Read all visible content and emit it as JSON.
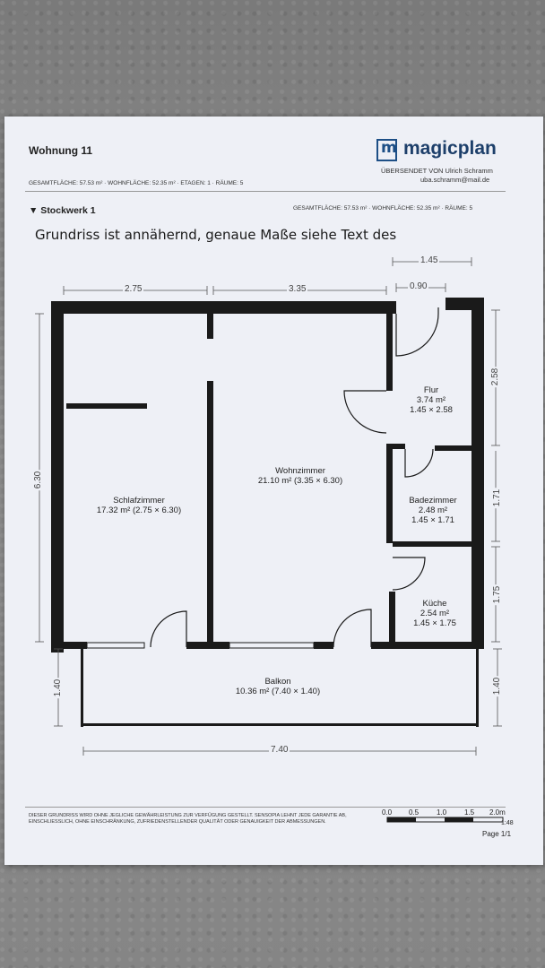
{
  "document": {
    "title": "Wohnung 11",
    "summary_line": "GESAMTFLÄCHE: 57.53 m² · WOHNFLÄCHE: 52.35 m² · ETAGEN: 1 · RÄUME: 5",
    "brand": "magicplan",
    "logo_letter": "m",
    "sent_by": "ÜBERSENDET VON Ulrich Schramm",
    "email": "uba.schramm@mail.de",
    "floor_label": "▼ Stockwerk 1",
    "floor_summary": "GESAMTFLÄCHE: 57.53 m² · WOHNFLÄCHE: 52.35 m² · RÄUME: 5",
    "handwritten_note": "Grundriss ist annähernd, genaue Maße siehe Text des",
    "disclaimer": "DIESER GRUNDRISS WIRD OHNE JEGLICHE GEWÄHRLEISTUNG ZUR VERFÜGUNG GESTELLT. SENSOPIA LEHNT JEDE GARANTIE AB, EINSCHLIESSLICH, OHNE EINSCHRÄNKUNG, ZUFRIEDENSTELLENDER QUALITÄT ODER GENAUIGKEIT DER ABMESSUNGEN.",
    "scale_ticks": [
      "0.0",
      "0.5",
      "1.0",
      "1.5",
      "2.0m"
    ],
    "scale": "1:48",
    "page": "Page 1/1",
    "brand_color": "#1d4f86"
  },
  "rooms": [
    {
      "name": "Schlafzimmer",
      "area": "17.32 m² (2.75 × 6.30)"
    },
    {
      "name": "Wohnzimmer",
      "area": "21.10 m² (3.35 × 6.30)"
    },
    {
      "name": "Flur",
      "area": "3.74 m²",
      "size": "1.45 × 2.58"
    },
    {
      "name": "Badezimmer",
      "area": "2.48 m²",
      "size": "1.45 × 1.71"
    },
    {
      "name": "Küche",
      "area": "2.54 m²",
      "size": "1.45 × 1.75"
    },
    {
      "name": "Balkon",
      "area": "10.36 m² (7.40 × 1.40)"
    }
  ],
  "dimensions": {
    "top_left": "2.75",
    "top_mid": "3.35",
    "top_right_outer": "1.45",
    "top_right_inner": "0.90",
    "left_height": "6.30",
    "right_flur": "2.58",
    "right_bad": "1.71",
    "right_kueche": "1.75",
    "balkon_left": "1.40",
    "balkon_right": "1.40",
    "bottom_width": "7.40"
  }
}
